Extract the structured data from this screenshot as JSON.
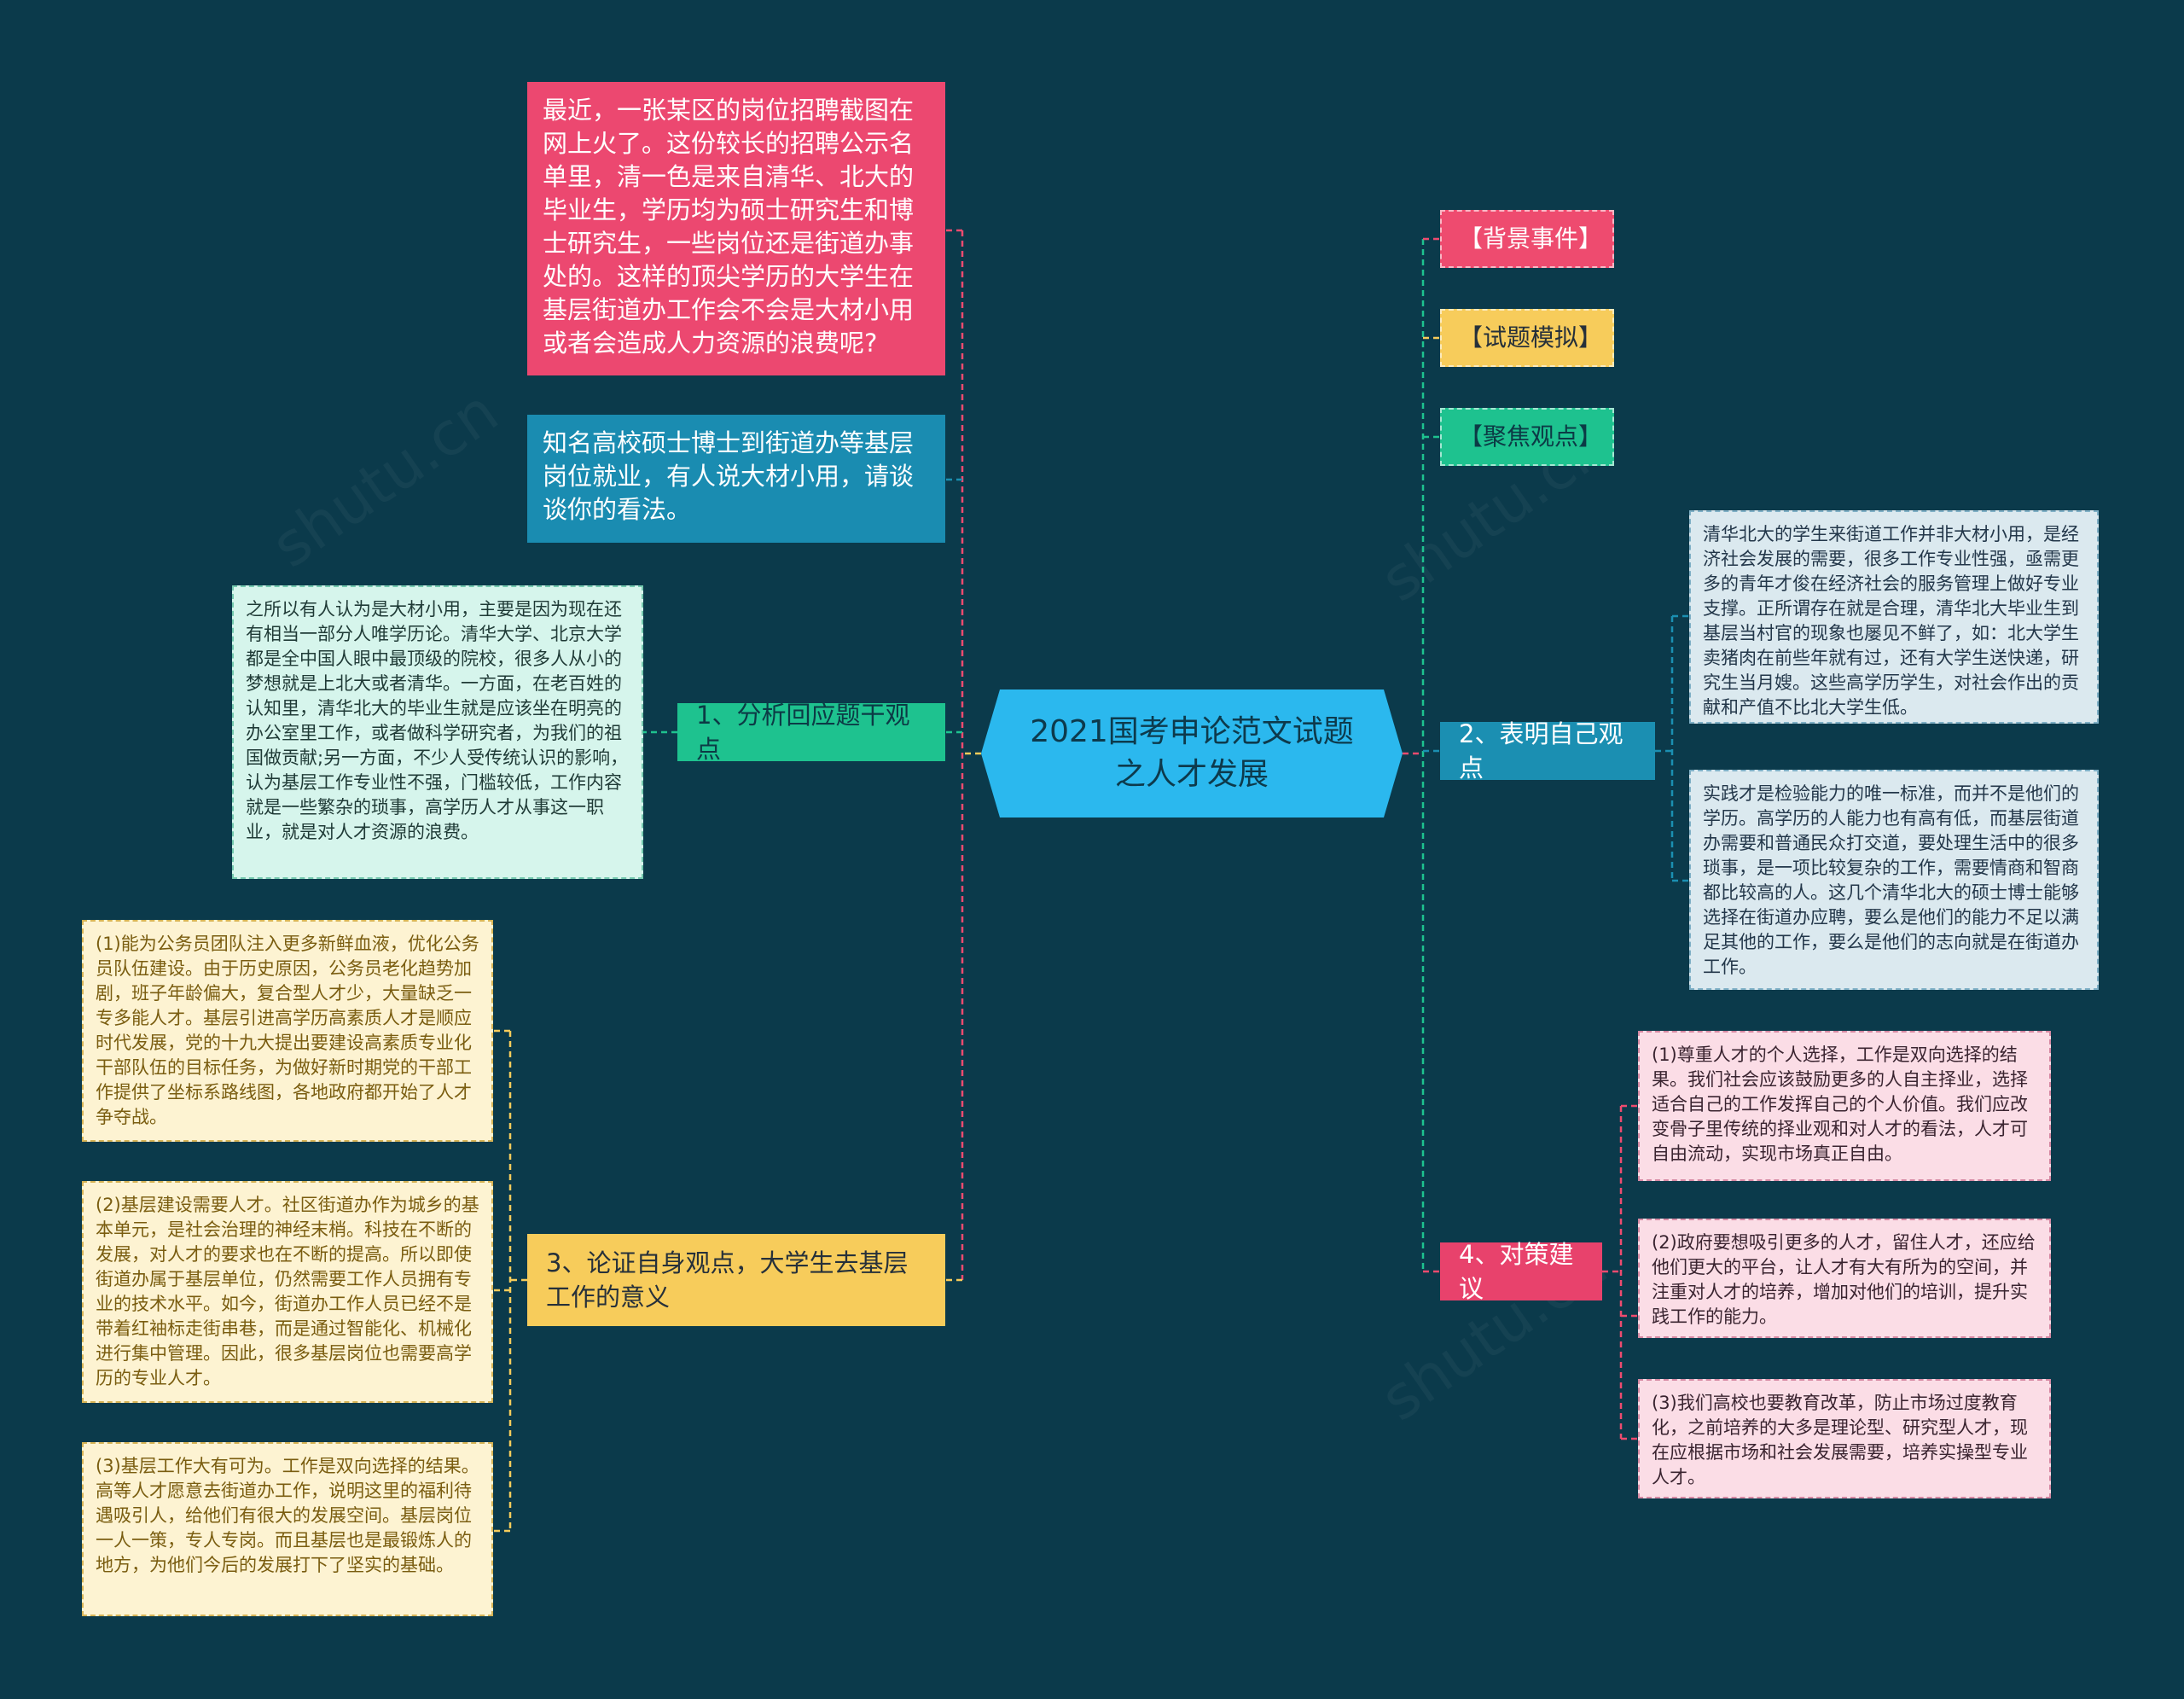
{
  "center": {
    "title": "2021国考申论范文试题之人才发展"
  },
  "tags": {
    "background": "【背景事件】",
    "simulation": "【试题模拟】",
    "focus": "【聚焦观点】"
  },
  "background_text": "最近，一张某区的岗位招聘截图在网上火了。这份较长的招聘公示名单里，清一色是来自清华、北大的毕业生，学历均为硕士研究生和博士研究生，一些岗位还是街道办事处的。这样的顶尖学历的大学生在基层街道办工作会不会是大材小用或者会造成人力资源的浪费呢?",
  "question_text": "知名高校硕士博士到街道办等基层岗位就业，有人说大材小用，请谈谈你的看法。",
  "branches": {
    "b1": "1、分析回应题干观点",
    "b2": "2、表明自己观点",
    "b3": "3、论证自身观点，大学生去基层工作的意义",
    "b4": "4、对策建议"
  },
  "b1_leaf": "之所以有人认为是大材小用，主要是因为现在还有相当一部分人唯学历论。清华大学、北京大学都是全中国人眼中最顶级的院校，很多人从小的梦想就是上北大或者清华。一方面，在老百姓的认知里，清华北大的毕业生就是应该坐在明亮的办公室里工作，或者做科学研究者，为我们的祖国做贡献;另一方面，不少人受传统认识的影响，认为基层工作专业性不强，门槛较低，工作内容就是一些繁杂的琐事，高学历人才从事这一职业，就是对人才资源的浪费。",
  "b2_leaves": [
    "清华北大的学生来街道工作并非大材小用，是经济社会发展的需要，很多工作专业性强，亟需更多的青年才俊在经济社会的服务管理上做好专业支撑。正所谓存在就是合理，清华北大毕业生到基层当村官的现象也屡见不鲜了，如：北大学生卖猪肉在前些年就有过，还有大学生送快递，研究生当月嫂。这些高学历学生，对社会作出的贡献和产值不比北大学生低。",
    "实践才是检验能力的唯一标准，而并不是他们的学历。高学历的人能力也有高有低，而基层街道办需要和普通民众打交道，要处理生活中的很多琐事，是一项比较复杂的工作，需要情商和智商都比较高的人。这几个清华北大的硕士博士能够选择在街道办应聘，要么是他们的能力不足以满足其他的工作，要么是他们的志向就是在街道办工作。"
  ],
  "b3_leaves": [
    "(1)能为公务员团队注入更多新鲜血液，优化公务员队伍建设。由于历史原因，公务员老化趋势加剧，班子年龄偏大，复合型人才少，大量缺乏一专多能人才。基层引进高学历高素质人才是顺应时代发展，党的十九大提出要建设高素质专业化干部队伍的目标任务，为做好新时期党的干部工作提供了坐标系路线图，各地政府都开始了人才争夺战。",
    "(2)基层建设需要人才。社区街道办作为城乡的基本单元，是社会治理的神经末梢。科技在不断的发展，对人才的要求也在不断的提高。所以即使街道办属于基层单位，仍然需要工作人员拥有专业的技术水平。如今，街道办工作人员已经不是带着红袖标走街串巷，而是通过智能化、机械化进行集中管理。因此，很多基层岗位也需要高学历的专业人才。",
    "(3)基层工作大有可为。工作是双向选择的结果。高等人才愿意去街道办工作，说明这里的福利待遇吸引人，给他们有很大的发展空间。基层岗位一人一策，专人专岗。而且基层也是最锻炼人的地方，为他们今后的发展打下了坚实的基础。"
  ],
  "b4_leaves": [
    "(1)尊重人才的个人选择，工作是双向选择的结果。我们社会应该鼓励更多的人自主择业，选择适合自己的工作发挥自己的个人价值。我们应改变骨子里传统的择业观和对人才的看法，人才可自由流动，实现市场真正自由。",
    "(2)政府要想吸引更多的人才，留住人才，还应给他们更大的平台，让人才有大有所为的空间，并注重对人才的培养，增加对他们的培训，提升实践工作的能力。",
    "(3)我们高校也要教育改革，防止市场过度教育化，之前培养的大多是理论型、研究型人才，现在应根据市场和社会发展需要，培养实操型专业人才。"
  ]
}
